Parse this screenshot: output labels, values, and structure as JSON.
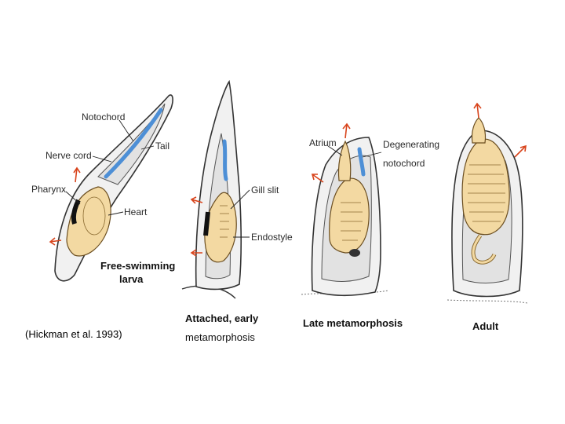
{
  "figure": {
    "citation": "(Hickman et al. 1993)"
  },
  "stages": [
    {
      "caption_line1": "Free-swimming",
      "caption_line2": "larva",
      "labels": {
        "notochord": "Notochord",
        "nerve_cord": "Nerve cord",
        "tail": "Tail",
        "pharynx": "Pharynx",
        "heart": "Heart"
      }
    },
    {
      "caption_line1": "Attached, early",
      "caption_line2": "metamorphosis",
      "labels": {
        "gill_slit": "Gill slit",
        "endostyle": "Endostyle"
      }
    },
    {
      "caption_line1": "Late metamorphosis",
      "labels": {
        "atrium": "Atrium",
        "degenerating_1": "Degenerating",
        "degenerating_2": "notochord"
      }
    },
    {
      "caption_line1": "Adult"
    }
  ],
  "colors": {
    "notochord": "#4d8fd6",
    "body": "#f3d9a2",
    "tunic": "#f1f1f1",
    "water_flow_arrow": "#d8441c"
  }
}
